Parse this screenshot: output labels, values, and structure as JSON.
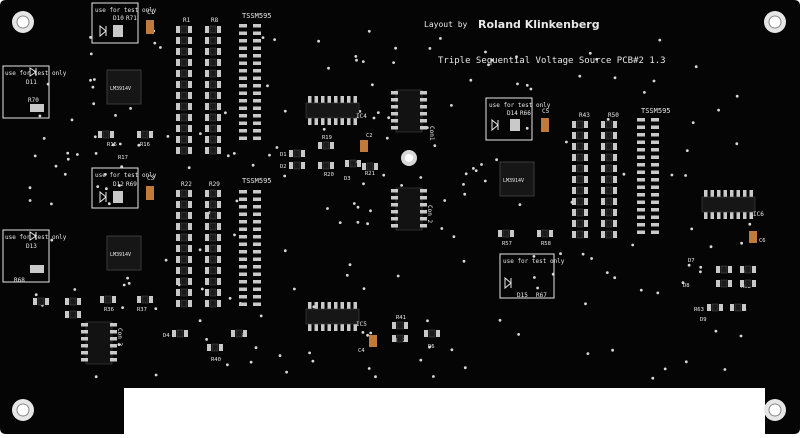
{
  "board": {
    "layout_prefix": "Layout by",
    "layout_name": "Roland Klinkenberg",
    "title": "Triple Sequential Voltage Source PCB#2 1.3"
  },
  "test_box_label": "use for test only",
  "chip_markings": [
    "LM3914V",
    "LM3914V",
    "LM3914V"
  ],
  "labels": {
    "tssm1": "TSSM595",
    "tssm2": "TSSM595",
    "tssm3": "TSSM595",
    "ic4": "IC4",
    "ic5": "IC5",
    "ic6": "IC6",
    "con1": "Con1",
    "con2": "Con 2",
    "con3": "Con 3",
    "d10": "D10",
    "r71": "R71",
    "c1": "C1",
    "d11": "D11",
    "r70": "R70",
    "d12": "D12",
    "r69": "R69",
    "c3": "C3",
    "d13": "D13",
    "r68": "R68",
    "d14": "D14",
    "r66": "R66",
    "c5": "C5",
    "d15": "D15",
    "r67": "R67",
    "c2": "C2",
    "c4": "C4",
    "c6": "C6",
    "d1": "D1",
    "d2": "D2",
    "d3": "D3",
    "d4": "D4",
    "d5": "D5",
    "d6": "D6",
    "d7": "D7",
    "d8": "D8",
    "d9": "D9",
    "r15": "R15",
    "r16": "R16",
    "r17": "R17",
    "r36": "R36",
    "r37": "R37",
    "r57": "R57",
    "r58": "R58",
    "r19": "R19",
    "r20": "R20",
    "r21": "R21",
    "r40": "R40",
    "r41": "R41",
    "r42": "R42",
    "r61": "R61",
    "r62": "R62",
    "r63": "R63",
    "r1": "R1",
    "r8": "R8",
    "r22": "R22",
    "r29": "R29",
    "r43": "R43",
    "r50": "R50"
  },
  "colors": {
    "board": "#050505",
    "silkscreen": "#e8e8e8",
    "pad": "#c9c9c9",
    "capacitor": "#c07a3c"
  }
}
